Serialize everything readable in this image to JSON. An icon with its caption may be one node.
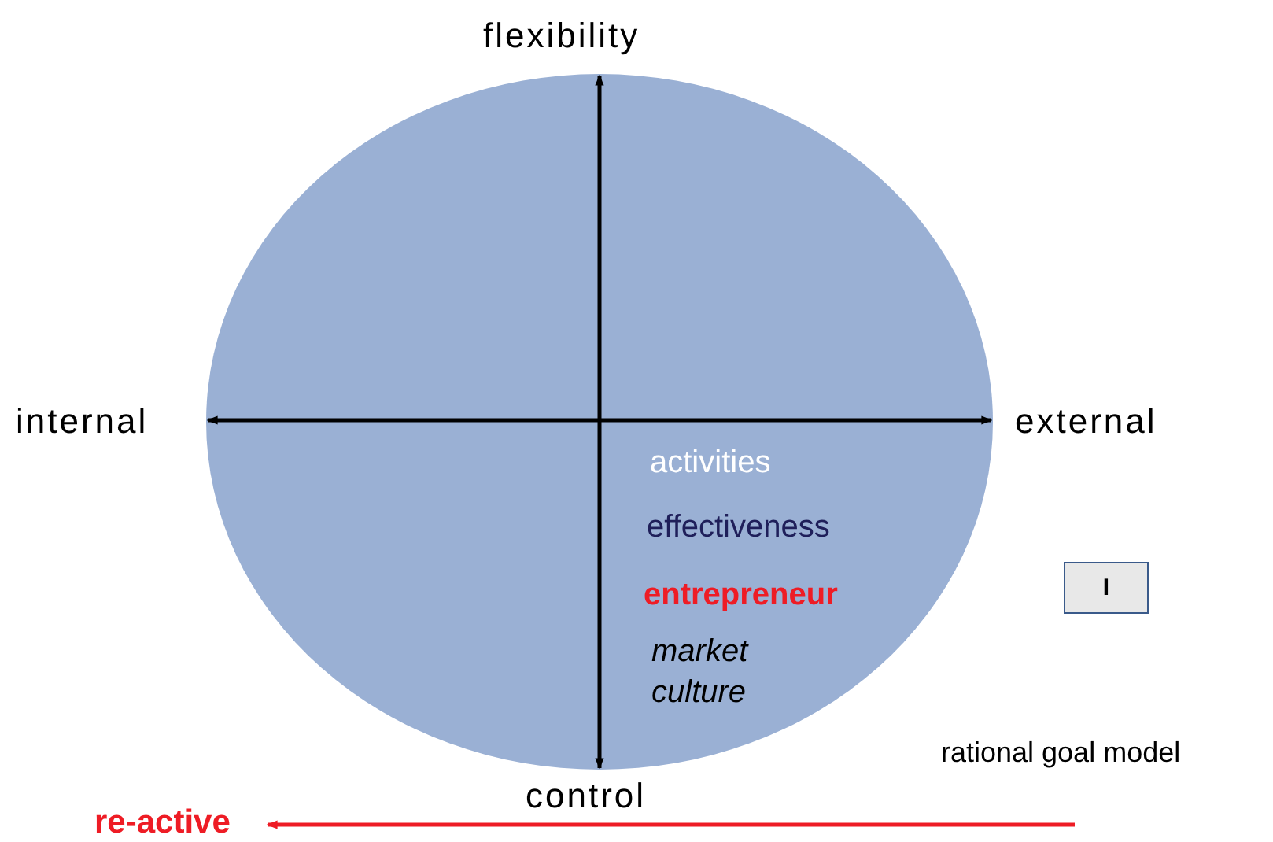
{
  "diagram": {
    "nodes": [
      {
        "text": [
          "activities",
          "effectiveness",
          "entrepreneur",
          "market culture"
        ]
      },
      {
        "text": [
          "I"
        ]
      },
      {
        "text": [
          "re-active"
        ]
      }
    ],
    "edges": [
      {
        "from": null,
        "to": 2,
        "arrow": "to",
        "color": "#ee1c25"
      }
    ],
    "labels": [
      "flexibility",
      "internal",
      "external",
      "control",
      "rational goal model"
    ]
  }
}
